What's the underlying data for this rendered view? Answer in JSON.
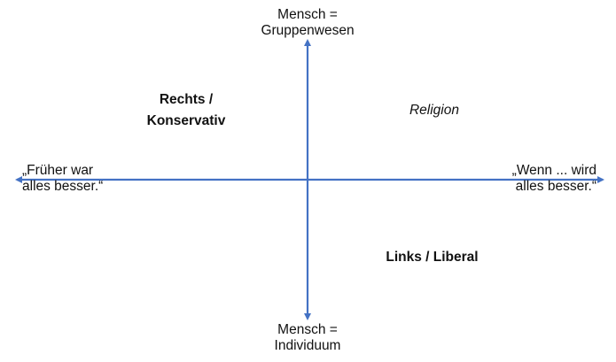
{
  "diagram": {
    "type": "quadrant-axes",
    "axis_color": "#4472C4",
    "vertical_axis": {
      "top_label_line1": "Mensch =",
      "top_label_line2": "Gruppenwesen",
      "bottom_label_line1": "Mensch =",
      "bottom_label_line2": "Individuum"
    },
    "horizontal_axis": {
      "left_label_line1": "„Früher war",
      "left_label_line2": "alles besser.“",
      "right_label_line1": "„Wenn ... wird",
      "right_label_line2": "alles besser.“"
    },
    "quadrants": {
      "top_left_line1": "Rechts /",
      "top_left_line2": "Konservativ",
      "top_right": "Religion",
      "bottom_right": "Links / Liberal"
    }
  }
}
